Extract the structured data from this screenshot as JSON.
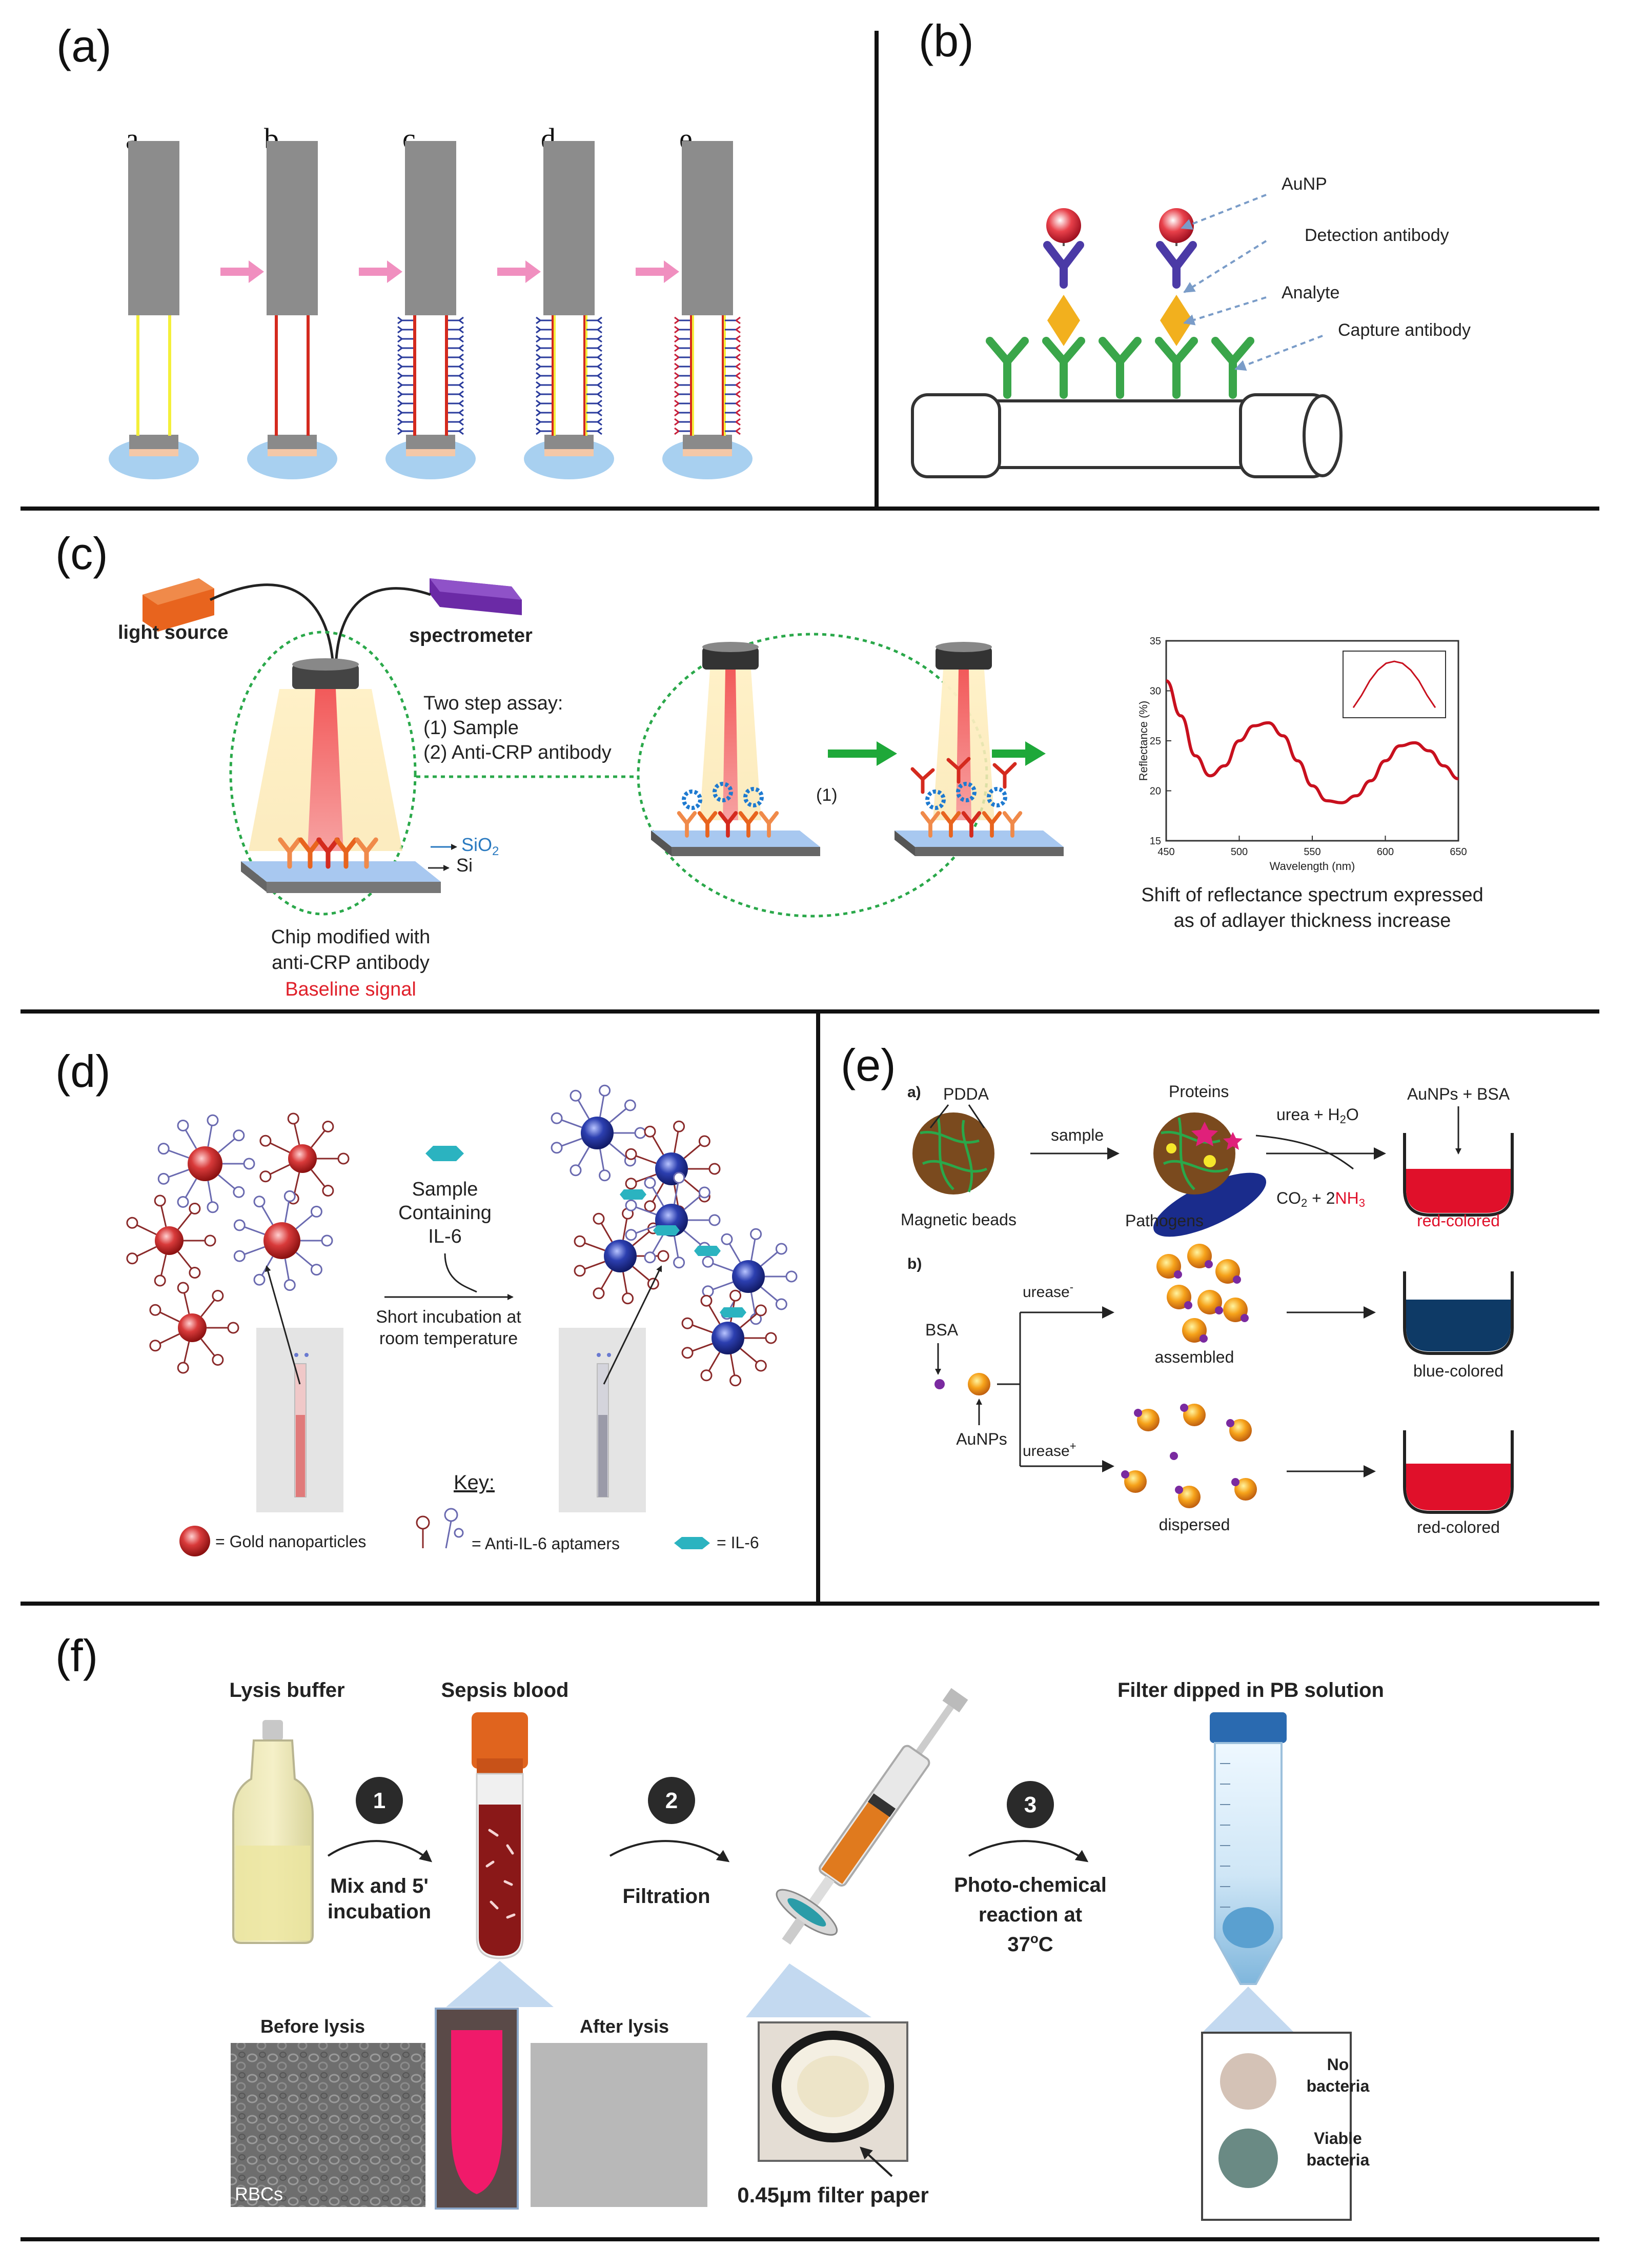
{
  "colors": {
    "probe_gray": "#8c8c8c",
    "fiber_yellow": "#f4ef3a",
    "fiber_red": "#d42a1e",
    "linker_blue": "#2a3b9c",
    "arrow_pink": "#f08fbf",
    "antibody_green": "#3aa64a",
    "antibody_purple": "#4b3aa6",
    "analyte_orange": "#f2b01e",
    "assay_arrow_green": "#1ea839",
    "spectrum_red": "#c8101e",
    "gold_red": "#cc2a2a",
    "aggregate_blue": "#1f2f8c",
    "il6_cyan": "#2bb3c0",
    "bead_brown": "#7a4a1e",
    "pathogen_navy": "#1a2c8c",
    "beaker_red": "#e0102a",
    "beaker_blue": "#0e3a66",
    "tube_orange": "#e0641e",
    "blood_red": "#8a1818",
    "filter_blue": "#8ec8e6"
  },
  "panel_a": {
    "label": "(a)",
    "steps": [
      "a",
      "b",
      "c",
      "d",
      "e"
    ]
  },
  "panel_b": {
    "label": "(b)",
    "callouts": [
      "AuNP",
      "Detection antibody",
      "Analyte",
      "Capture antibody"
    ]
  },
  "panel_c": {
    "label": "(c)",
    "light_source": "light source",
    "spectrometer": "spectrometer",
    "assay_title": "Two step assay:",
    "assay_step1": "(1) Sample",
    "assay_step2": "(2) Anti-CRP antibody",
    "sio2": "SiO",
    "sio2_sub": "2",
    "si": "Si",
    "step_marker": "(1)",
    "chip_line1": "Chip modified with",
    "chip_line2": "anti-CRP antibody",
    "baseline": "Baseline signal",
    "caption_line1": "Shift of reflectance spectrum expressed",
    "caption_line2": "as of adlayer thickness increase"
  },
  "chart_data": {
    "type": "line",
    "xlabel": "Wavelength (nm)",
    "ylabel": "Reflectance (%)",
    "xlim": [
      450,
      650
    ],
    "ylim": [
      15,
      35
    ],
    "x_ticks": [
      "450",
      "500",
      "550",
      "600",
      "650"
    ],
    "y_ticks": [
      "15",
      "20",
      "25",
      "30",
      "35"
    ],
    "series": [
      {
        "x": [
          450,
          460,
          470,
          480,
          490,
          500,
          510,
          520,
          530,
          540,
          550,
          560,
          570,
          580,
          590,
          600,
          610,
          620,
          630,
          640,
          650
        ],
        "y": [
          31,
          27.5,
          23.5,
          21.5,
          22.5,
          25,
          26.5,
          26.8,
          25.5,
          23,
          20.5,
          19,
          18.8,
          19.5,
          21,
          23,
          24.5,
          24.8,
          24,
          22.5,
          21.2
        ]
      }
    ],
    "inset": {
      "x": [
        0,
        1,
        2,
        3,
        4,
        5,
        6,
        7,
        8,
        9,
        10
      ],
      "y": [
        0.05,
        0.3,
        0.6,
        0.82,
        0.96,
        1.0,
        0.96,
        0.82,
        0.6,
        0.3,
        0.05
      ]
    }
  },
  "panel_d": {
    "label": "(d)",
    "sample_line1": "Sample",
    "sample_line2": "Containing",
    "sample_line3": "IL-6",
    "incubation_line1": "Short incubation at",
    "incubation_line2": "room temperature",
    "key_title": "Key:",
    "key_gold": "= Gold nanoparticles",
    "key_aptamer": "= Anti-IL-6 aptamers",
    "key_il6": "= IL-6"
  },
  "panel_e": {
    "label": "(e)",
    "sub_a": "a)",
    "sub_b": "b)",
    "pdda": "PDDA",
    "sample": "sample",
    "proteins": "Proteins",
    "urea": "urea + H",
    "urea_sub": "2",
    "urea_end": "O",
    "co2": "CO",
    "co2_sub": "2",
    "co2_plus": " + 2",
    "nh3": "NH",
    "nh3_sub": "3",
    "aunps_bsa": "AuNPs + BSA",
    "magnetic_beads": "Magnetic beads",
    "pathogens": "Pathogens",
    "red_colored": "red-colored",
    "bsa": "BSA",
    "aunps": "AuNPs",
    "urease_minus": "urease",
    "minus_sup": "-",
    "urease_plus": "urease",
    "plus_sup": "+",
    "assembled": "assembled",
    "dispersed": "dispersed",
    "blue_colored": "blue-colored",
    "red_colored_2": "red-colored"
  },
  "panel_f": {
    "label": "(f)",
    "lysis_buffer": "Lysis buffer",
    "sepsis_blood": "Sepsis blood",
    "filter_dipped": "Filter dipped in PB solution",
    "step1_num": "1",
    "step2_num": "2",
    "step3_num": "3",
    "mix_line1": "Mix and 5'",
    "mix_line2": "incubation",
    "filtration": "Filtration",
    "photo_line1": "Photo-chemical",
    "photo_line2": "reaction at",
    "photo_line3": "37",
    "photo_sup": "o",
    "photo_end": "C",
    "before_lysis": "Before lysis",
    "after_lysis": "After lysis",
    "rbcs": "RBCs",
    "filter_paper": "0.45μm filter paper",
    "no_line1": "No",
    "no_line2": "bacteria",
    "viable_line1": "Viable",
    "viable_line2": "bacteria"
  }
}
